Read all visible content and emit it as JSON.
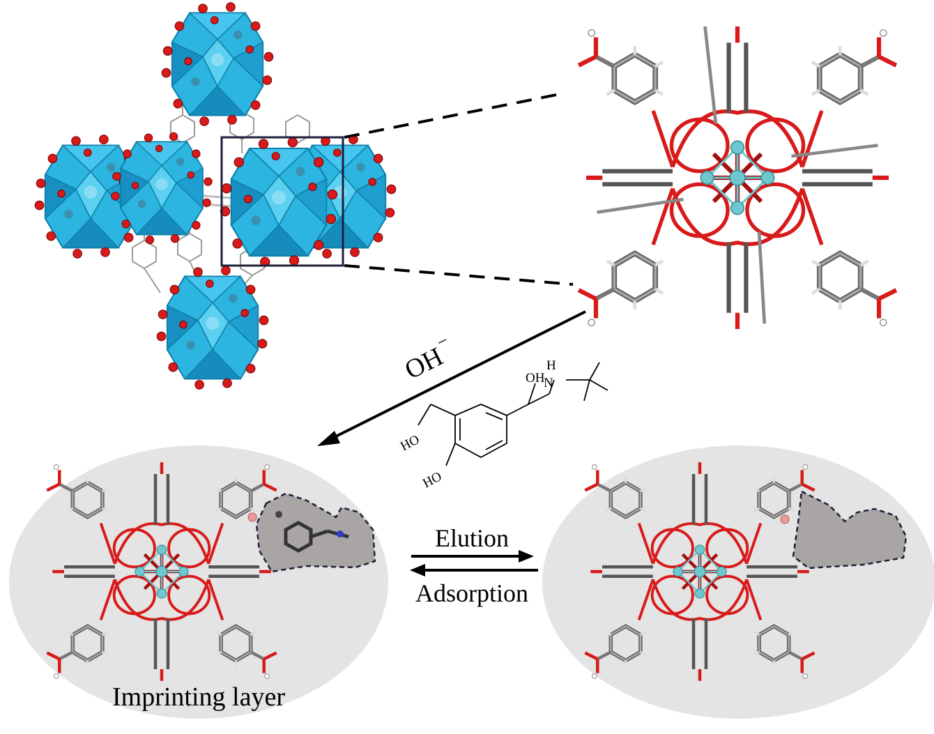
{
  "labels": {
    "hydroxide": "OH",
    "hydroxide_charge": "−",
    "elution": "Elution",
    "adsorption": "Adsorption",
    "imprinting_layer": "Imprinting layer"
  },
  "molecule": {
    "oh_top": "OH",
    "amine_h": "H",
    "amine_n": "N",
    "ho_mid": "HO",
    "ho_bottom": "HO"
  },
  "colors": {
    "polyhedron": "#2bb5e0",
    "polyhedron_dark": "#138fc0",
    "oxygen": "#d81a1a",
    "metal": "#6fc7cf",
    "carbon": "#777777",
    "oval": "#e4e4e4",
    "cavity": "#a9a5a5",
    "frame": "#1c1f3a"
  }
}
